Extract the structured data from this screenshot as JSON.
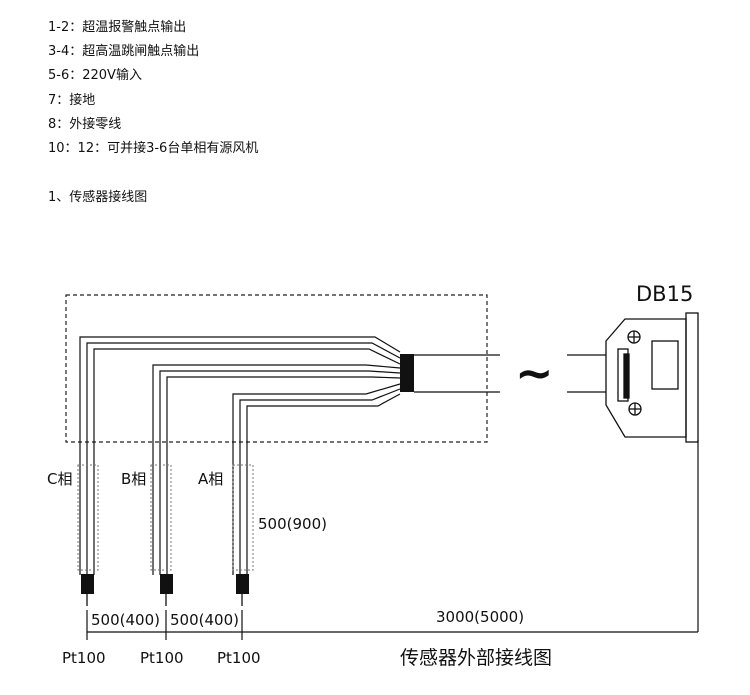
{
  "notes": [
    "1-2：超温报警触点输出",
    "3-4：超高温跳闸触点输出",
    "5-6：220V输入",
    "7：接地",
    "8：外接零线",
    "10：12：可并接3-6台单相有源风机"
  ],
  "section_title": "1、传感器接线图",
  "diagram": {
    "connector_label": "DB15",
    "phase_labels": [
      "C相",
      "B相",
      "A相"
    ],
    "lead_length": "500(900)",
    "spacing_labels": [
      "500(400)",
      "500(400)"
    ],
    "cable_length": "3000(5000)",
    "sensor_labels": [
      "Pt100",
      "Pt100",
      "Pt100"
    ],
    "caption": "传感器外部接线图",
    "break_symbol": "~"
  }
}
